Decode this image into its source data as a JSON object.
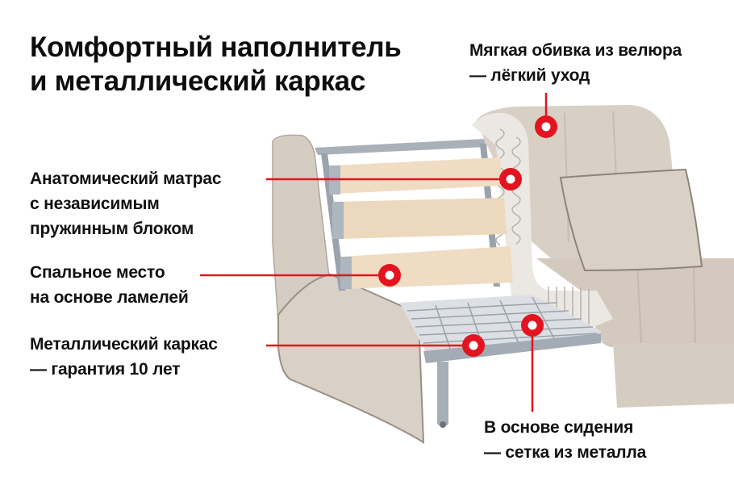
{
  "title": {
    "line1": "Комфортный наполнитель",
    "line2": "и металлический каркас"
  },
  "callouts": [
    {
      "id": "upholstery",
      "line1": "Мягкая обивка из велюра",
      "line2": "— лёгкий уход"
    },
    {
      "id": "mattress",
      "line1": "Анатомический матрас",
      "line2": "с независимым",
      "line3": "пружинным блоком"
    },
    {
      "id": "sleeping-place",
      "line1": "Спальное место",
      "line2": "на основе ламелей"
    },
    {
      "id": "metal-frame",
      "line1": "Металлический каркас",
      "line2": "— гарантия 10 лет"
    },
    {
      "id": "seat-base",
      "line1": "В основе сидения",
      "line2": "— сетка из металла"
    }
  ],
  "colors": {
    "accent": "#e3141f",
    "fabric": "#d8cfc5",
    "fabric_shadow": "#c3b8ac",
    "piping": "#8e8478",
    "metal": "#aab1ba",
    "wood": "#efdcc3",
    "background": "#ffffff"
  },
  "icons": {
    "marker": "red-ring-marker"
  }
}
